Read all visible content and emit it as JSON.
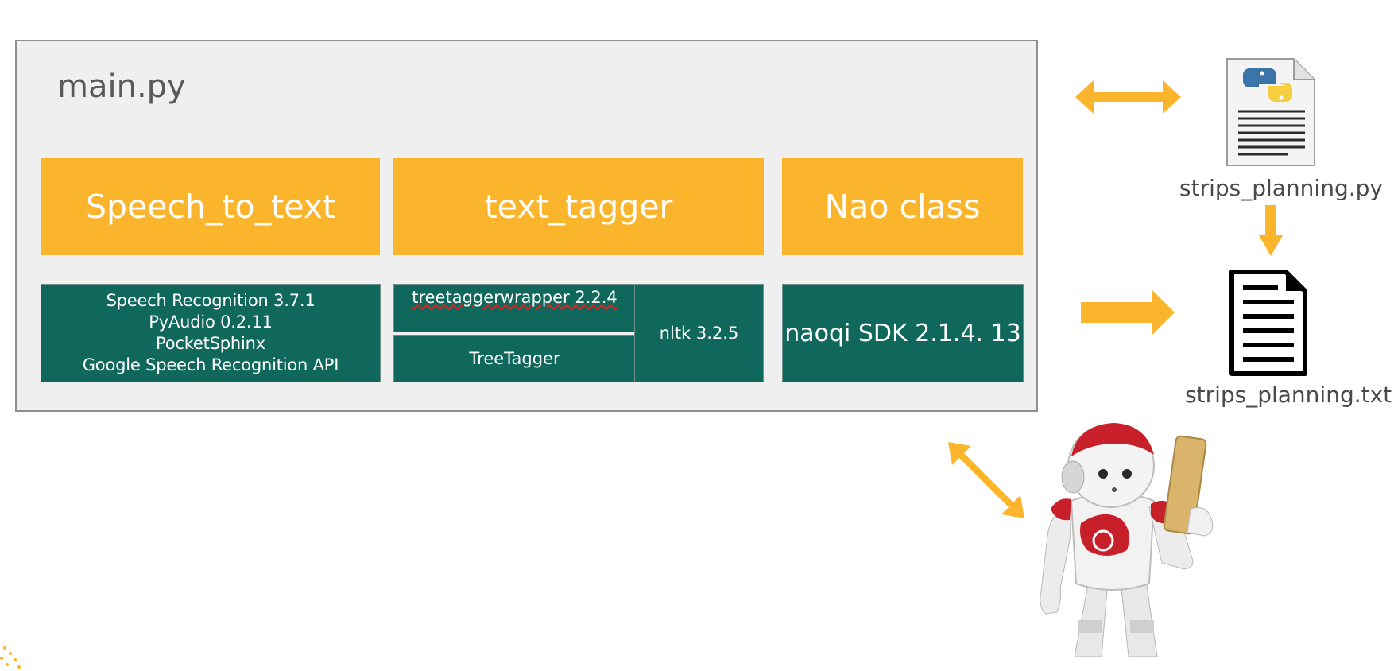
{
  "main": {
    "title": "main.py",
    "modules": [
      {
        "label": "Speech_to_text"
      },
      {
        "label": "text_tagger"
      },
      {
        "label": "Nao class"
      }
    ],
    "speech_deps": [
      "Speech Recognition 3.7.1",
      "PyAudio 0.2.11",
      "PocketSphinx",
      "Google Speech Recognition API"
    ],
    "tagger_deps": {
      "wrapper": "treetaggerwrapper 2.2.4",
      "treetagger": "TreeTagger",
      "nltk": "nltk 3.2.5"
    },
    "nao_deps": "naoqi SDK 2.1.4. 13"
  },
  "files": {
    "py_file": {
      "name": "strips_planning.py",
      "icon": "python-file-icon"
    },
    "txt_file": {
      "name": "strips_planning.txt",
      "icon": "text-file-icon"
    }
  },
  "robot": {
    "icon": "nao-robot-image"
  },
  "colors": {
    "module": "#fbb52c",
    "dependency": "#10675b",
    "arrow": "#fbb52c",
    "container": "#efefef"
  }
}
